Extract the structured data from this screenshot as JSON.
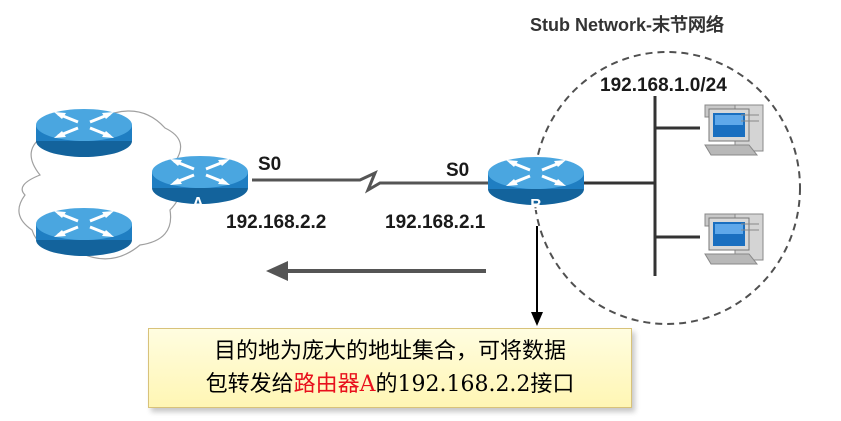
{
  "stub_network_title": "Stub Network-末节网络",
  "subnet": "192.168.1.0/24",
  "router_a": {
    "label": "A",
    "interface": "S0",
    "ip": "192.168.2.2"
  },
  "router_b": {
    "label": "B",
    "interface": "S0",
    "ip": "192.168.2.1"
  },
  "note": {
    "line1": "目的地为庞大的地址集合，可将数据",
    "line2_prefix": "包转发给",
    "line2_highlight": "路由器A",
    "line2_suffix": "的192.168.2.2接口"
  },
  "colors": {
    "router_body": "#1f7ec2",
    "router_top": "#4aa6e0",
    "link_line": "#555555",
    "cloud_stroke": "#a0a0a0",
    "dashed_circle": "#505050",
    "highlight": "#e8101c",
    "note_bg": "#fff6b4"
  },
  "icons": [
    "router-icon",
    "computer-icon",
    "cloud-shape"
  ]
}
